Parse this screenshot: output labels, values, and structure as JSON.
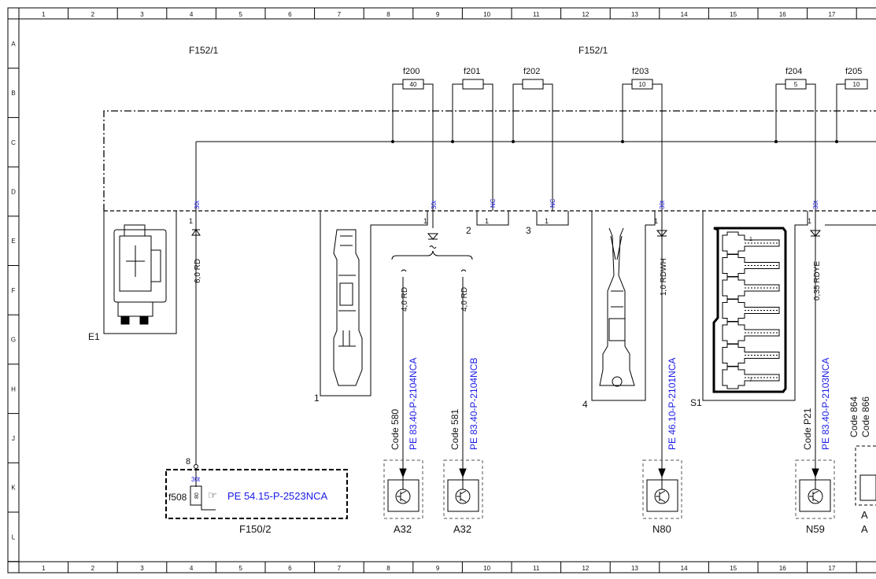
{
  "frame": {
    "columns": [
      "1",
      "2",
      "3",
      "4",
      "5",
      "6",
      "7",
      "8",
      "9",
      "10",
      "11",
      "12",
      "13",
      "14",
      "15",
      "16",
      "17"
    ],
    "rows": [
      "A",
      "B",
      "C",
      "D",
      "E",
      "F",
      "G",
      "H",
      "J",
      "K",
      "L"
    ]
  },
  "headers": {
    "left": "F152/1",
    "right": "F152/1"
  },
  "fuses": [
    {
      "name": "f200",
      "rating": "40"
    },
    {
      "name": "f201",
      "rating": ""
    },
    {
      "name": "f202",
      "rating": ""
    },
    {
      "name": "f203",
      "rating": "10"
    },
    {
      "name": "f204",
      "rating": "5"
    },
    {
      "name": "f205",
      "rating": "10"
    }
  ],
  "terminals": {
    "e1": "30t",
    "t1": "30t",
    "nc2": "NC",
    "nc3": "NC",
    "n80": "30t",
    "n59": "30t",
    "pin1": "1",
    "pin2": "2",
    "pin3": "3"
  },
  "wires": {
    "e1": "6,0 RD",
    "a32a": "4,0 RD",
    "a32b": "4,0 RD",
    "n80": "1,0 RDWH",
    "n59": "0,35 RDYE"
  },
  "components": {
    "e1": "E1",
    "c1": "1",
    "c4": "4",
    "s1": "S1",
    "s1_pin_top": "1",
    "s1_pin_bottom": "7",
    "f150": "F150/2",
    "f508": "f508",
    "f508_term": "30t",
    "f508_pin": "8",
    "f508_rating": "80",
    "a32a": "A32",
    "a32b": "A32",
    "n80": "N80",
    "n59": "N59",
    "edge": "A",
    "edge2": "A"
  },
  "codes": {
    "a32a": "Code 580",
    "a32b": "Code 581",
    "n59": "Code P21",
    "edge1": "Code 864",
    "edge2": "Code 866"
  },
  "references": {
    "f508": "PE 54.15-P-2523NCA",
    "a32a": "PE 83.40-P-2104NCA",
    "a32b": "PE 83.40-P-2104NCB",
    "n80": "PE 46.10-P-2101NCA",
    "n59": "PE 83.40-P-2103NCA"
  },
  "icons": {
    "pointer": "pointing-hand-icon"
  }
}
